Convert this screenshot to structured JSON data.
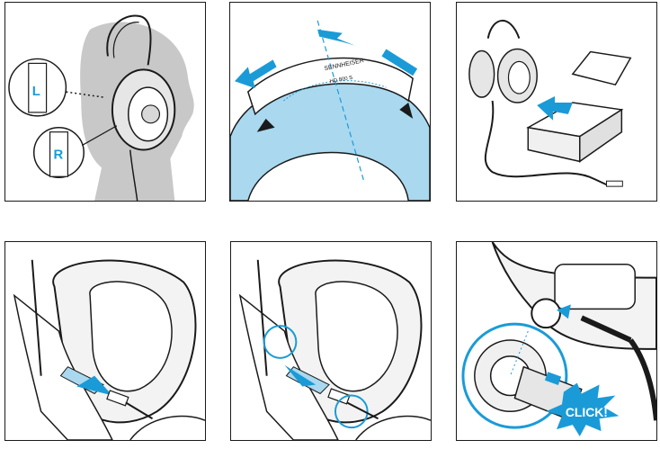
{
  "panels": [
    {
      "id": "fit-on-head",
      "labels": {
        "left": "L",
        "right": "R"
      }
    },
    {
      "id": "headband-adjust",
      "headband_text": {
        "brand": "SENNHEISER",
        "model": "HD 800 S"
      }
    },
    {
      "id": "storage-case"
    },
    {
      "id": "earcup-hold-insert"
    },
    {
      "id": "earcup-push-connect"
    },
    {
      "id": "plug-click",
      "click_label": "CLICK!"
    }
  ],
  "colors": {
    "accent": "#1a9bd7",
    "accent_light": "#a9d8ef",
    "gray": "#c8c8c8",
    "line": "#1a1a1a"
  }
}
